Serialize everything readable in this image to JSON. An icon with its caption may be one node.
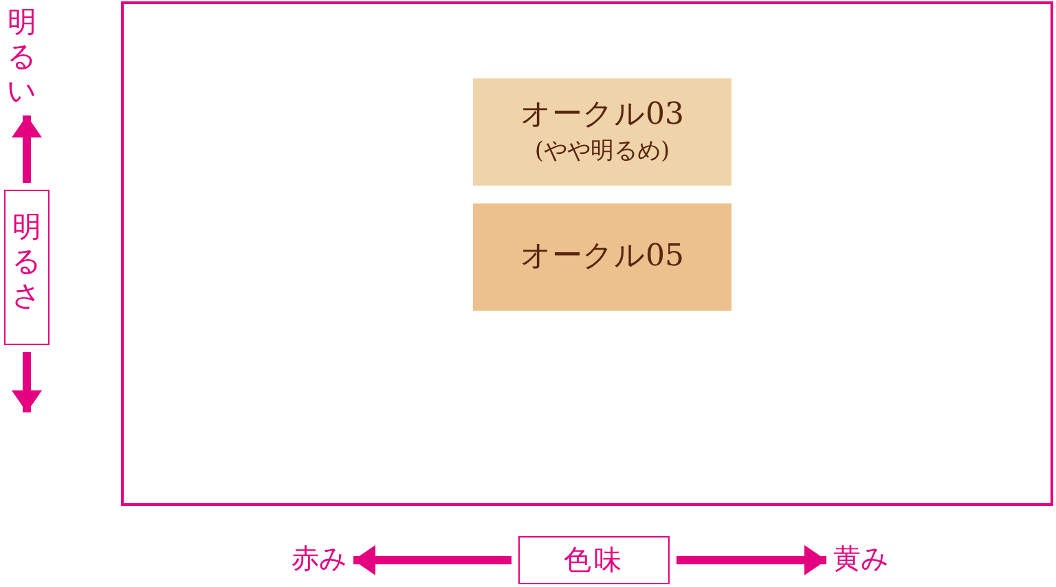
{
  "diagram": {
    "nodes": [
      {
        "text": [],
        "shape": "box"
      },
      {
        "text": [
          "オークル03",
          "(やや明るめ)"
        ],
        "in": 0
      },
      {
        "text": [
          "オークル05"
        ],
        "in": 0
      },
      {
        "text": [
          "明るい"
        ]
      },
      {
        "text": [
          "明るさ"
        ]
      },
      {
        "text": [
          "赤み"
        ]
      },
      {
        "text": [
          "色味"
        ]
      },
      {
        "text": [
          "黄み"
        ]
      }
    ],
    "edges": [
      {
        "from": 4,
        "to": 3,
        "arrow": "to"
      },
      {
        "from": 4,
        "to": null,
        "arrow": "to"
      },
      {
        "from": 6,
        "to": 5,
        "arrow": "to"
      },
      {
        "from": 6,
        "to": 7,
        "arrow": "to"
      }
    ]
  }
}
